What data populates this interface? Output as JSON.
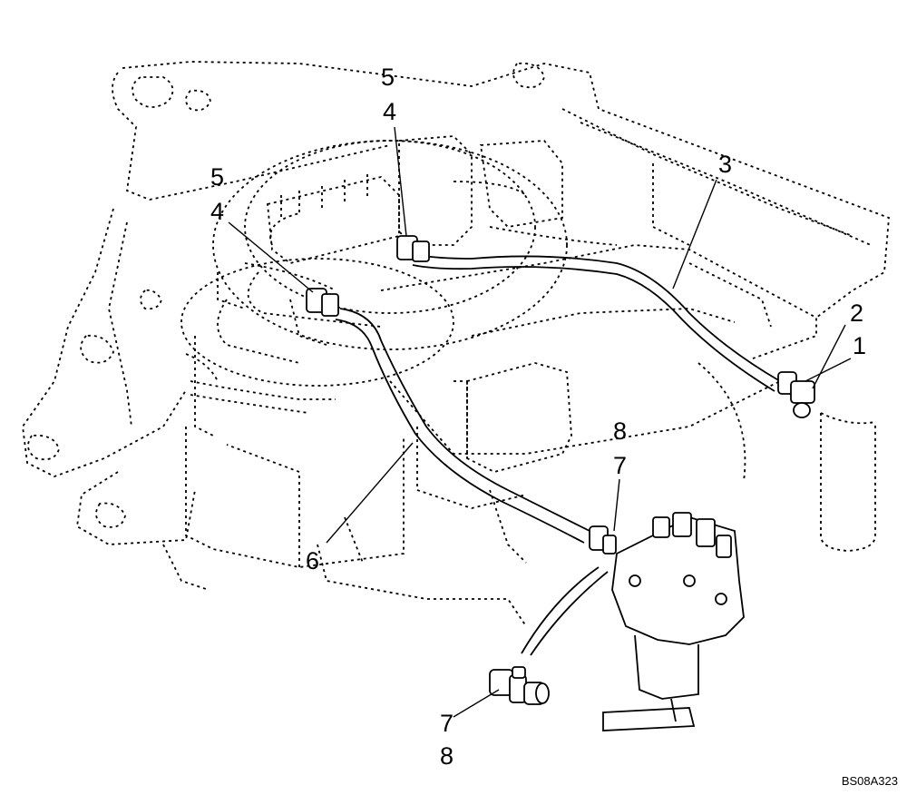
{
  "callouts": {
    "c1": "1",
    "c2": "2",
    "c3": "3",
    "c4_upper": "4",
    "c5_upper": "5",
    "c4_left": "4",
    "c5_left": "5",
    "c6": "6",
    "c7_upper": "7",
    "c8_upper": "8",
    "c7_lower": "7",
    "c8_lower": "8"
  },
  "drawing_id": "BS08A323"
}
